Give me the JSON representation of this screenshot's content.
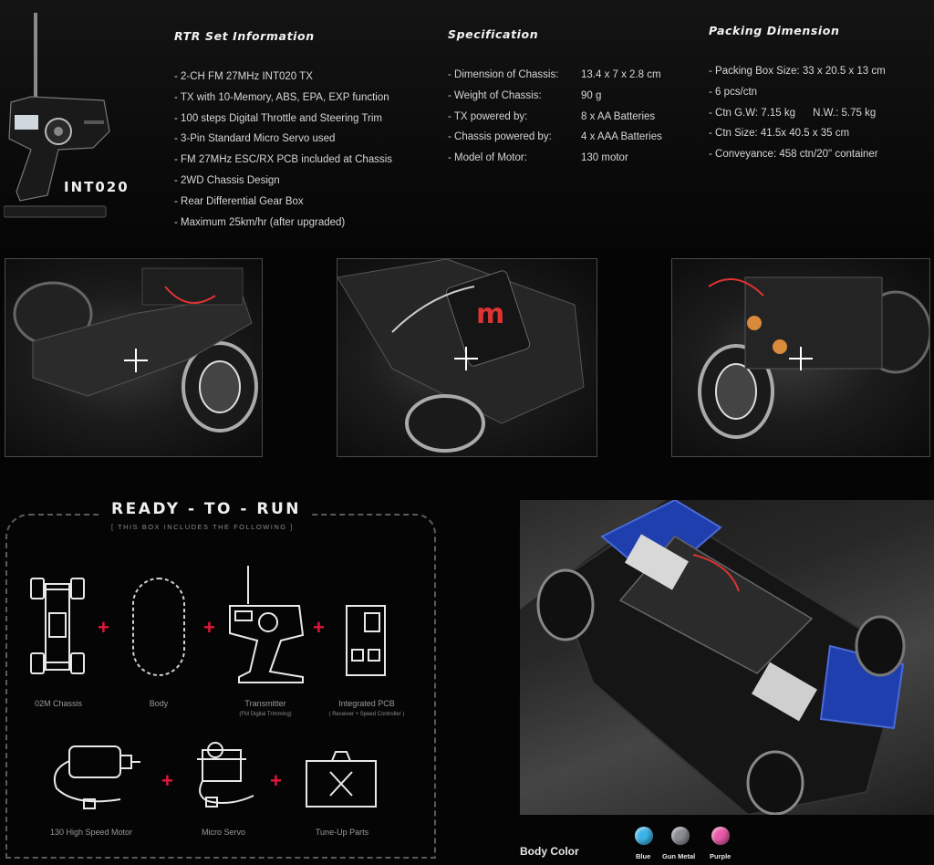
{
  "rtr_info": {
    "title": "RTR Set Information",
    "items": [
      "- 2-CH FM 27MHz INT020 TX",
      "- TX with 10-Memory, ABS, EPA, EXP function",
      "- 100 steps Digital Throttle and Steering Trim",
      "- 3-Pin Standard Micro Servo used",
      "- FM 27MHz ESC/RX PCB included at Chassis",
      "- 2WD Chassis Design",
      "- Rear Differential Gear Box",
      "- Maximum 25km/hr (after upgraded)"
    ]
  },
  "transmitter_brand": "INT020",
  "specification": {
    "title": "Specification",
    "rows": [
      {
        "k": "- Dimension of Chassis:",
        "v": "13.4 x 7 x 2.8 cm"
      },
      {
        "k": "- Weight of Chassis:",
        "v": "90 g"
      },
      {
        "k": "- TX powered by:",
        "v": "8 x AA Batteries"
      },
      {
        "k": "- Chassis powered by:",
        "v": "4 x AAA Batteries"
      },
      {
        "k": "- Model of Motor:",
        "v": "130 motor"
      }
    ]
  },
  "packing": {
    "title": "Packing Dimension",
    "rows": [
      "- Packing Box Size: 33 x 20.5 x 13 cm",
      "- 6 pcs/ctn",
      "- Ctn G.W: 7.15 kg      N.W.: 5.75 kg",
      "- Ctn Size: 41.5x 40.5 x 35 cm",
      "- Conveyance: 458 ctn/20\" container"
    ]
  },
  "ready_to_run": {
    "title": "READY - TO - RUN",
    "subtitle": "[ THIS BOX INCLUDES THE FOLLOWING ]",
    "items": {
      "chassis": "02M Chassis",
      "body": "Body",
      "transmitter": "Transmitter",
      "transmitter_sub": "(FM Digital Trimming)",
      "pcb": "Integrated PCB",
      "pcb_sub": "( Receiver + Speed Controller )",
      "motor": "130 High Speed Motor",
      "servo": "Micro Servo",
      "tuneup": "Tune-Up Parts"
    }
  },
  "body_color": {
    "label": "Body Color",
    "options": [
      {
        "name": "Blue",
        "color": "#3bb3e6"
      },
      {
        "name": "Gun Metal",
        "color": "#8a8d92"
      },
      {
        "name": "Purple",
        "color": "#e85aa8"
      }
    ]
  },
  "colors": {
    "accent": "#e2173a",
    "chassis_blue": "#1f3fae"
  }
}
